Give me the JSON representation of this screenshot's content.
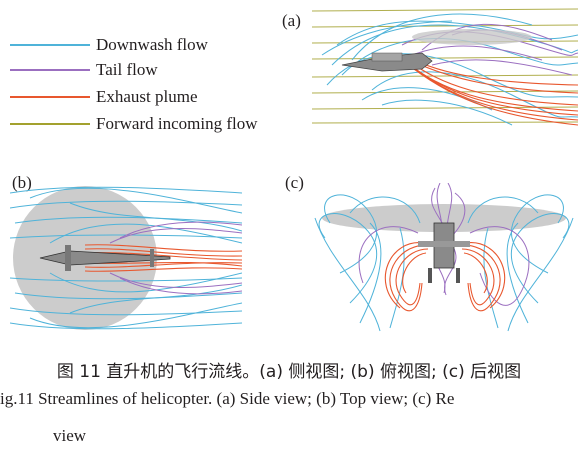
{
  "panels": {
    "a_label": "(a)",
    "b_label": "(b)",
    "c_label": "(c)"
  },
  "legend": [
    {
      "label": "Downwash flow",
      "color": "#4fb3d9"
    },
    {
      "label": "Tail flow",
      "color": "#9b6fc0"
    },
    {
      "label": "Exhaust plume",
      "color": "#e8572e"
    },
    {
      "label": "Forward incoming flow",
      "color": "#a3a12e"
    }
  ],
  "caption": {
    "zh": "图 11  直升机的飞行流线。(a) 侧视图; (b) 俯视图; (c) 后视图",
    "en_line1": "ig.11  Streamlines of helicopter. (a) Side view; (b) Top view; (c) Re",
    "en_line2": "view"
  }
}
